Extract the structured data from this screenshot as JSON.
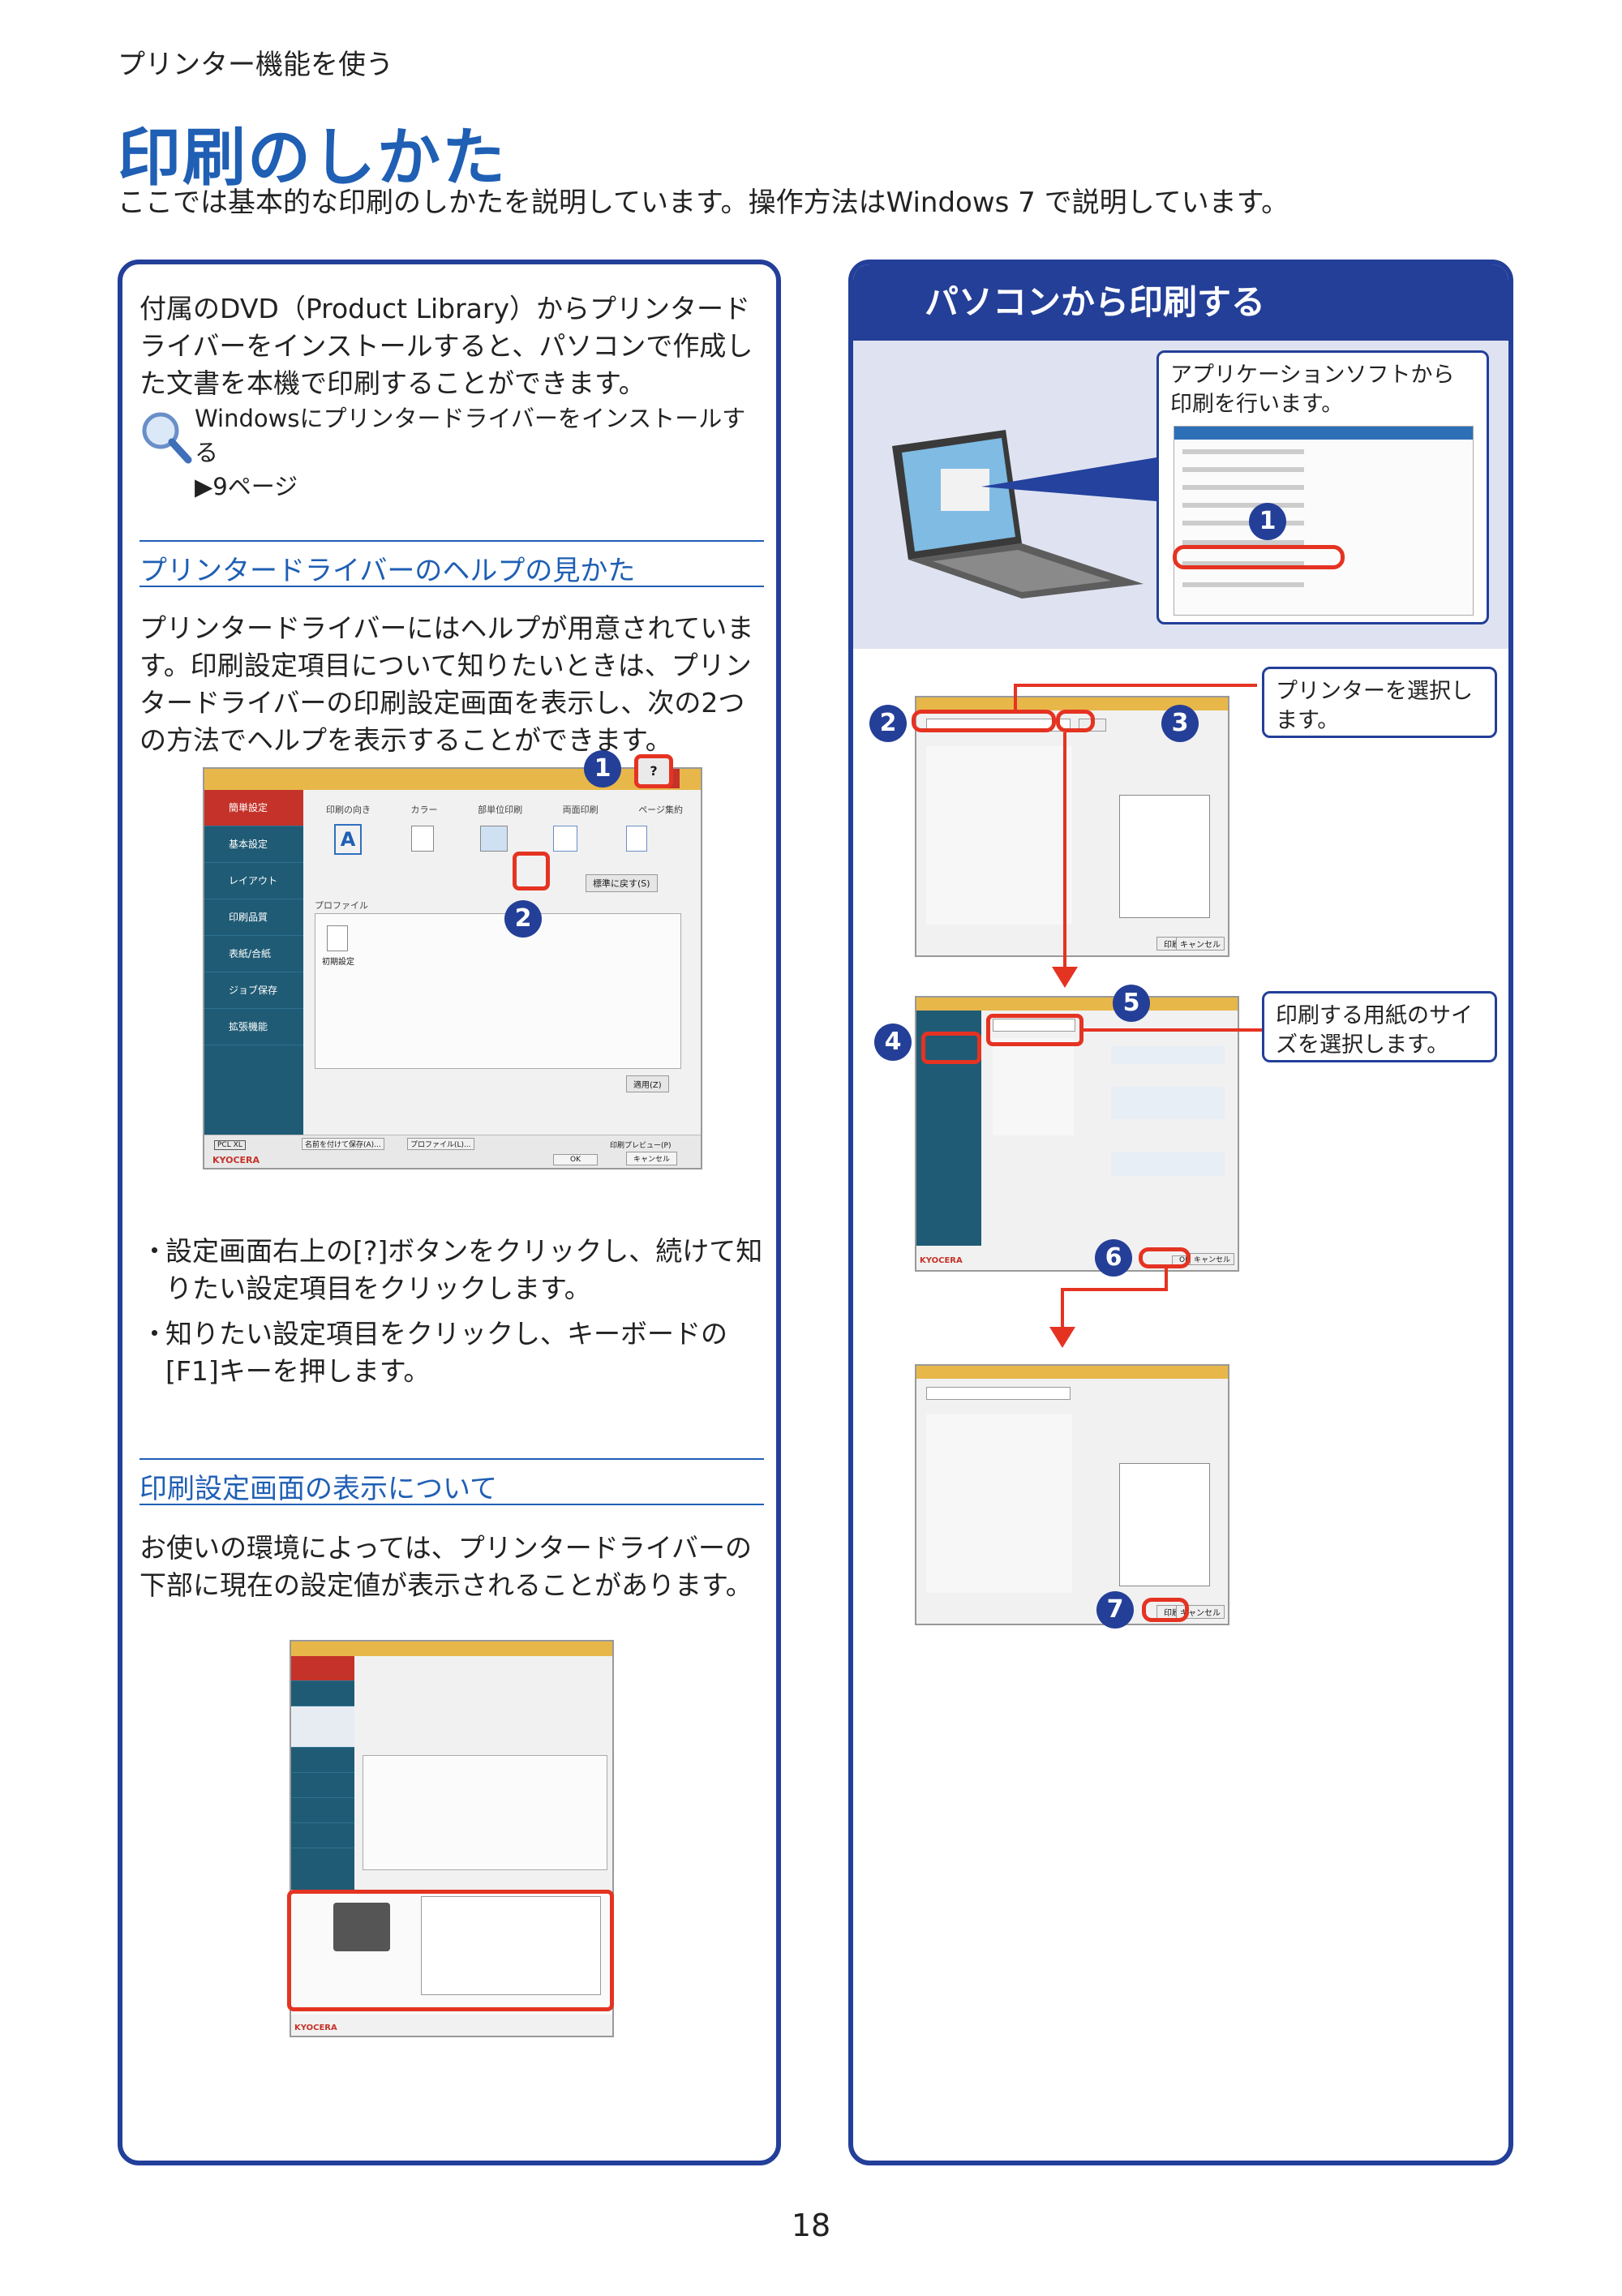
{
  "header": {
    "section_label": "プリンター機能を使う",
    "title": "印刷のしかた",
    "intro": "ここでは基本的な印刷のしかたを説明しています。操作方法はWindows 7 で説明しています。"
  },
  "left": {
    "para1": "付属のDVD（Product Library）からプリンタードライバーをインストールすると、パソコンで作成した文書を本機で印刷することができます。",
    "ref_text": "Windowsにプリンタードライバーをインストールする",
    "ref_page": "▶9ページ",
    "section1_title": "プリンタードライバーのヘルプの見かた",
    "section1_body": "プリンタードライバーにはヘルプが用意されています。印刷設定項目について知りたいときは、プリンタードライバーの印刷設定画面を表示し、次の2つの方法でヘルプを表示することができます。",
    "bullet1": "設定画面右上の[?]ボタンをクリックし、続けて知りたい設定項目をクリックします。",
    "bullet2": "知りたい設定項目をクリックし、キーボードの[F1]キーを押します。",
    "section2_title": "印刷設定画面の表示について",
    "section2_body": "お使いの環境によっては、プリンタードライバーの下部に現在の設定値が表示されることがあります。",
    "shot1": {
      "tabs": [
        "印刷の向き",
        "カラー",
        "部単位印刷",
        "両面印刷",
        "ページ集約"
      ],
      "sidebar": [
        "簡単設定",
        "基本設定",
        "レイアウト",
        "印刷品質",
        "表紙/合紙",
        "ジョブ保存",
        "拡張機能"
      ],
      "profile_label": "プロファイル",
      "profile_item": "初期設定",
      "reset_btn": "標準に戻す(S)",
      "apply_btn": "適用(Z)",
      "pclxl": "PCL XL",
      "save_btn": "名前を付けて保存(A)...",
      "profile_btn": "プロファイル(L)...",
      "preview": "印刷プレビュー(P)",
      "ok": "OK",
      "cancel": "キャンセル",
      "brand": "KYOCERA",
      "help": "?"
    }
  },
  "right": {
    "heading": "パソコンから印刷する",
    "callout_app": "アプリケーションソフトから印刷を行います。",
    "callout_printer": "プリンターを選択します。",
    "callout_paper": "印刷する用紙のサイズを選択します。",
    "print_btn": "印刷",
    "cancel_btn": "キャンセル",
    "ok_btn": "OK",
    "brand": "KYOCERA"
  },
  "steps": [
    "1",
    "2",
    "3",
    "4",
    "5",
    "6",
    "7"
  ],
  "page_number": "18",
  "colors": {
    "accent_blue": "#243f98",
    "title_blue": "#1f5fb4",
    "highlight_red": "#e53322"
  }
}
